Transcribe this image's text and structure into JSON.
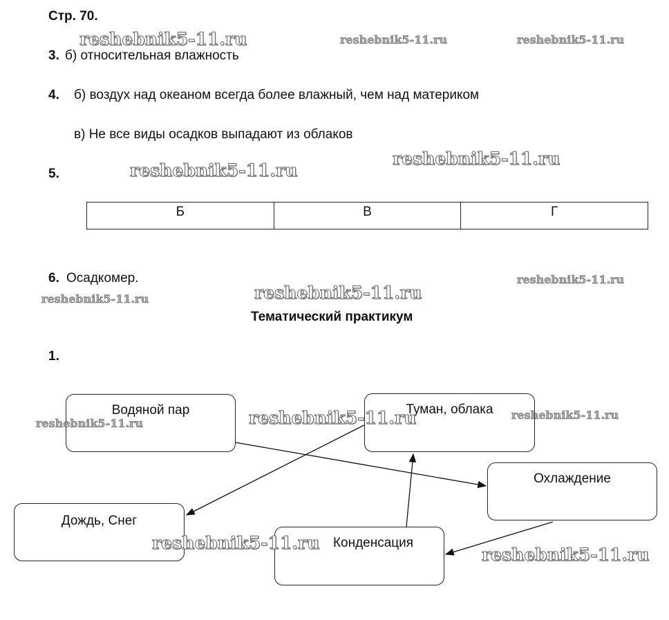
{
  "header": "Стр. 70.",
  "watermark": "reshebnik5-11.ru",
  "answers": {
    "a3_num": "3.",
    "a3_text": "б) относительная влажность",
    "a4_num": "4.",
    "a4_b": "б) воздух над океаном всегда более влажный, чем над материком",
    "a4_c": "в) Не все виды осадков выпадают из облаков",
    "a5_num": "5.",
    "a5_table": [
      "Б",
      "В",
      "Г"
    ],
    "a6_num": "6.",
    "a6_text": "Осадкомер."
  },
  "section_title": "Тематический практикум",
  "task1_num": "1.",
  "diagram": {
    "nodes": [
      "Водяной пар",
      "Туман, облака",
      "Охлаждение",
      "Дождь, Снег",
      "Конденсация"
    ],
    "edges": [
      [
        "Водяной пар",
        "Охлаждение"
      ],
      [
        "Охлаждение",
        "Конденсация"
      ],
      [
        "Конденсация",
        "Туман, облака"
      ],
      [
        "Туман, облака",
        "Дождь, Снег"
      ]
    ]
  }
}
